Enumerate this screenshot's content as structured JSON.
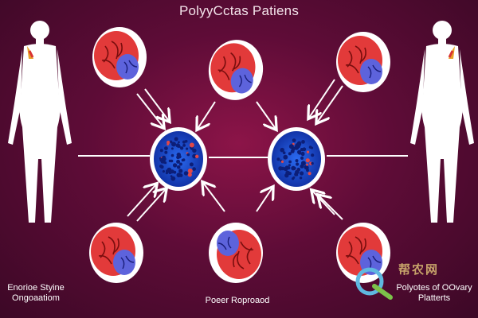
{
  "title": "PolyyCctas Patiens",
  "captions": {
    "left": "Enorioe Styine Ongoaatiom",
    "center": "Poeer Roproaod",
    "right": "Polyotes of OOvary Platterts"
  },
  "watermark": "帮农网",
  "colors": {
    "background": "#5e0c37",
    "silhouette": "#ffffff",
    "cluster_blue": "#1e4fd8",
    "tissue_red": "#d93232",
    "tissue_blue": "#5a5ed8"
  },
  "icons": [
    "female-silhouette-icon",
    "ovary-tissue-icon",
    "cell-cluster-icon",
    "arrow-icon",
    "logo-icon"
  ]
}
